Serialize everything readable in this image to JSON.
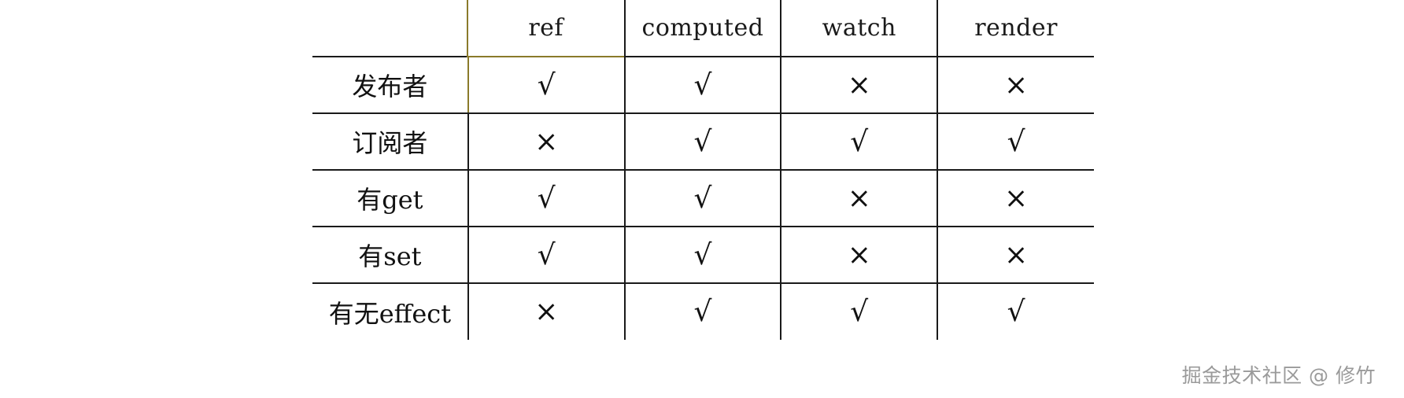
{
  "table": {
    "columns": [
      "ref",
      "computed",
      "watch",
      "render"
    ],
    "rows": [
      {
        "label": "发布者",
        "marks": [
          "√",
          "√",
          "×",
          "×"
        ]
      },
      {
        "label": "订阅者",
        "marks": [
          "×",
          "√",
          "√",
          "√"
        ]
      },
      {
        "label": "有get",
        "marks": [
          "√",
          "√",
          "×",
          "×"
        ]
      },
      {
        "label": "有set",
        "marks": [
          "√",
          "√",
          "×",
          "×"
        ]
      },
      {
        "label": "有无effect",
        "marks": [
          "×",
          "√",
          "√",
          "√"
        ]
      }
    ]
  },
  "watermark": "掘金技术社区 @ 修竹"
}
